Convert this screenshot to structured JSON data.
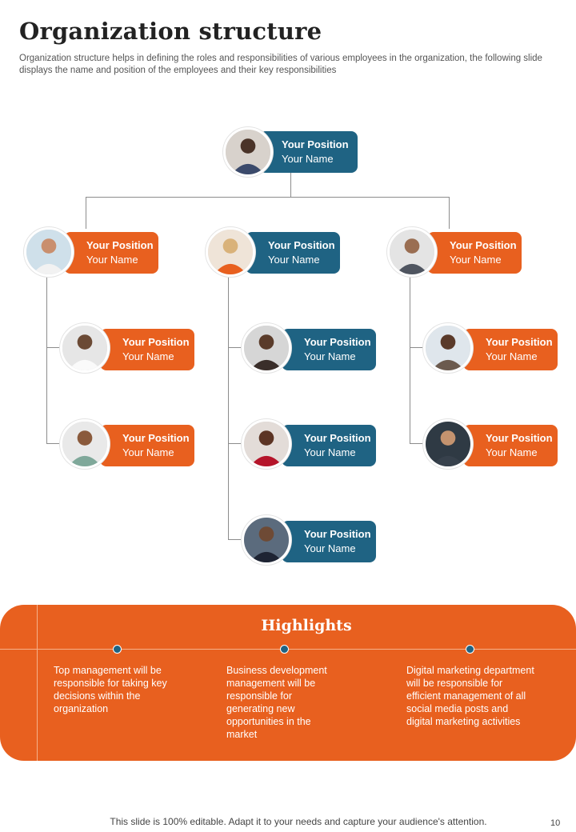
{
  "header": {
    "title": "Organization structure",
    "subtitle": "Organization structure helps in defining the roles and responsibilities of various employees in the organization, the following slide displays the name and position of the employees and their key responsibilities"
  },
  "colors": {
    "blue": "#1f6383",
    "orange": "#e8601f"
  },
  "org": {
    "top": {
      "position": "Your Position",
      "name": "Your Name",
      "color": "blue",
      "avatar_icon": "woman-avatar-icon"
    },
    "left": {
      "position": "Your Position",
      "name": "Your Name",
      "color": "orange",
      "avatar_icon": "woman-avatar-icon"
    },
    "left_1": {
      "position": "Your Position",
      "name": "Your Name",
      "color": "orange",
      "avatar_icon": "woman-avatar-icon"
    },
    "left_2": {
      "position": "Your Position",
      "name": "Your Name",
      "color": "orange",
      "avatar_icon": "man-avatar-icon"
    },
    "mid": {
      "position": "Your Position",
      "name": "Your Name",
      "color": "blue",
      "avatar_icon": "woman-avatar-icon"
    },
    "mid_1": {
      "position": "Your Position",
      "name": "Your Name",
      "color": "blue",
      "avatar_icon": "man-avatar-icon"
    },
    "mid_2": {
      "position": "Your Position",
      "name": "Your Name",
      "color": "blue",
      "avatar_icon": "woman-avatar-icon"
    },
    "mid_3": {
      "position": "Your Position",
      "name": "Your Name",
      "color": "blue",
      "avatar_icon": "man-avatar-icon"
    },
    "right": {
      "position": "Your Position",
      "name": "Your Name",
      "color": "orange",
      "avatar_icon": "man-avatar-icon"
    },
    "right_1": {
      "position": "Your Position",
      "name": "Your Name",
      "color": "orange",
      "avatar_icon": "woman-avatar-icon"
    },
    "right_2": {
      "position": "Your Position",
      "name": "Your Name",
      "color": "orange",
      "avatar_icon": "man-avatar-icon"
    }
  },
  "highlights": {
    "title": "Highlights",
    "items": [
      "Top management will be responsible for taking key decisions within the organization",
      "Business development management will be responsible for generating new opportunities in the market",
      "Digital marketing department will be responsible for efficient management of all social media posts and digital marketing activities"
    ]
  },
  "footer": {
    "note": "This slide is 100% editable. Adapt it to your needs and capture your audience's attention.",
    "page_number": "10"
  }
}
